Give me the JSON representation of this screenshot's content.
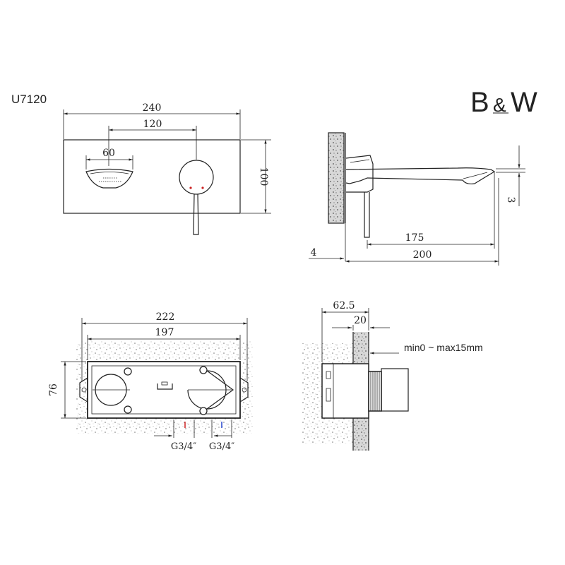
{
  "model": "U7120",
  "brand": {
    "left": "B",
    "amp": "&",
    "right": "W"
  },
  "front_view": {
    "width": "240",
    "handle_spacing": "120",
    "spout_width": "60",
    "height": "100"
  },
  "side_view": {
    "wall_gap": "4",
    "spout_reach": "175",
    "total_depth": "200",
    "spout_step": "3"
  },
  "box_top_view": {
    "outer_length": "222",
    "inner_length": "197",
    "height": "76",
    "inlet_left": "G3/4″",
    "inlet_right": "G3/4″"
  },
  "box_side_view": {
    "depth": "62.5",
    "offset": "20",
    "tile_note": "min0 ~ max15mm"
  },
  "colors": {
    "line": "#222222",
    "hot_inlet": "#cc2222",
    "cold_inlet": "#2244cc"
  }
}
